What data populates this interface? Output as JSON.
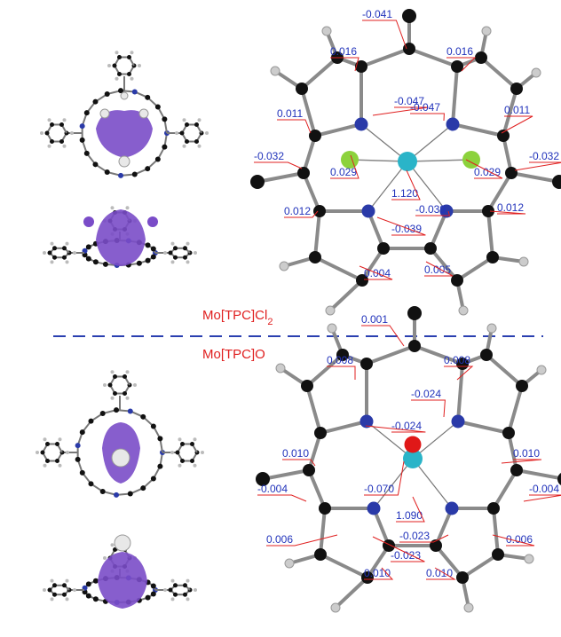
{
  "colors": {
    "label_text": "#2233bb",
    "label_line": "#e02020",
    "title": "#e02020",
    "divider": "#2a3fb0",
    "carbon": "#111111",
    "nitrogen": "#2a3aa8",
    "hydrogen": "#cccccc",
    "molybdenum": "#2ab4c8",
    "chlorine": "#8cd23c",
    "oxygen": "#e01818",
    "spin_density": "#7a4cc8"
  },
  "top": {
    "title_main": "Mo[TPC]Cl",
    "title_sub": "2",
    "labels": [
      "-0.041",
      "0.016",
      "0.016",
      "-0.047",
      "-0.047",
      "0.011",
      "0.011",
      "-0.032",
      "-0.032",
      "0.029",
      "0.029",
      "1.120",
      "-0.039",
      "-0.039",
      "0.012",
      "0.012",
      "0.004",
      "0.005"
    ]
  },
  "bottom": {
    "title": "Mo[TPC]O",
    "labels": [
      "0.001",
      "0.008",
      "0.008",
      "-0.024",
      "-0.024",
      "0.010",
      "0.010",
      "-0.004",
      "-0.004",
      "-0.070",
      "1.090",
      "0.006",
      "0.006",
      "-0.023",
      "-0.023",
      "0.010",
      "0.010"
    ]
  }
}
